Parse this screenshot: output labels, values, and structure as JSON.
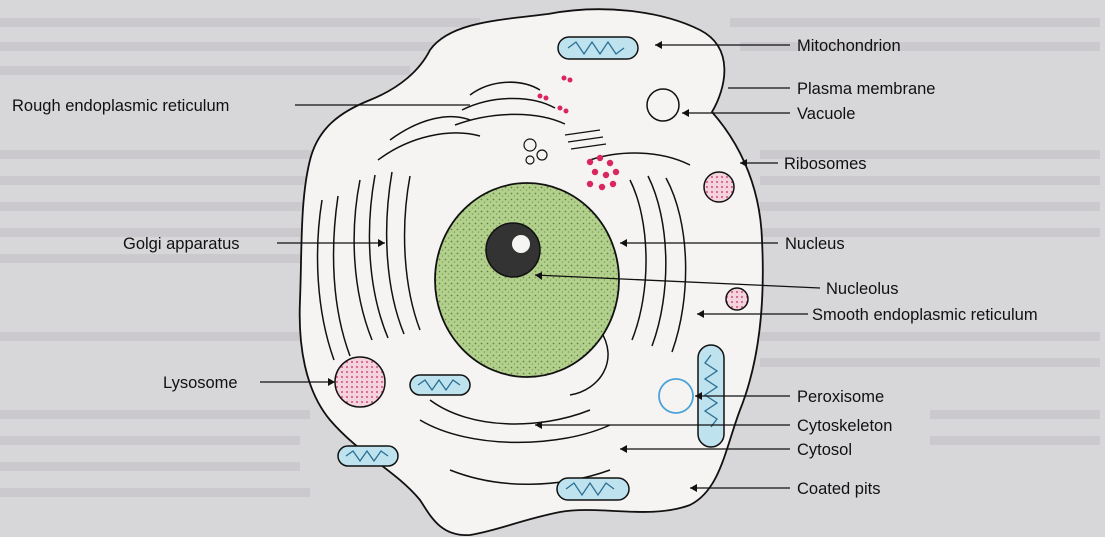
{
  "labels": {
    "mitochondrion": "Mitochondrion",
    "plasma_membrane": "Plasma membrane",
    "rough_er": "Rough endoplasmic reticulum",
    "vacuole": "Vacuole",
    "ribosomes": "Ribosomes",
    "golgi": "Golgi apparatus",
    "nucleus": "Nucleus",
    "nucleolus": "Nucleolus",
    "smooth_er": "Smooth endoplasmic reticulum",
    "lysosome": "Lysosome",
    "peroxisome": "Peroxisome",
    "cytoskeleton": "Cytoskeleton",
    "cytosol": "Cytosol",
    "coated_pits": "Coated pits"
  },
  "colors": {
    "nucleus": "#a6c77a",
    "mitochondria": "#6cb8d6",
    "ribosomes": "#d9265e",
    "lysosome": "#e9a3bd",
    "peroxisome": "#4aa3d8"
  }
}
